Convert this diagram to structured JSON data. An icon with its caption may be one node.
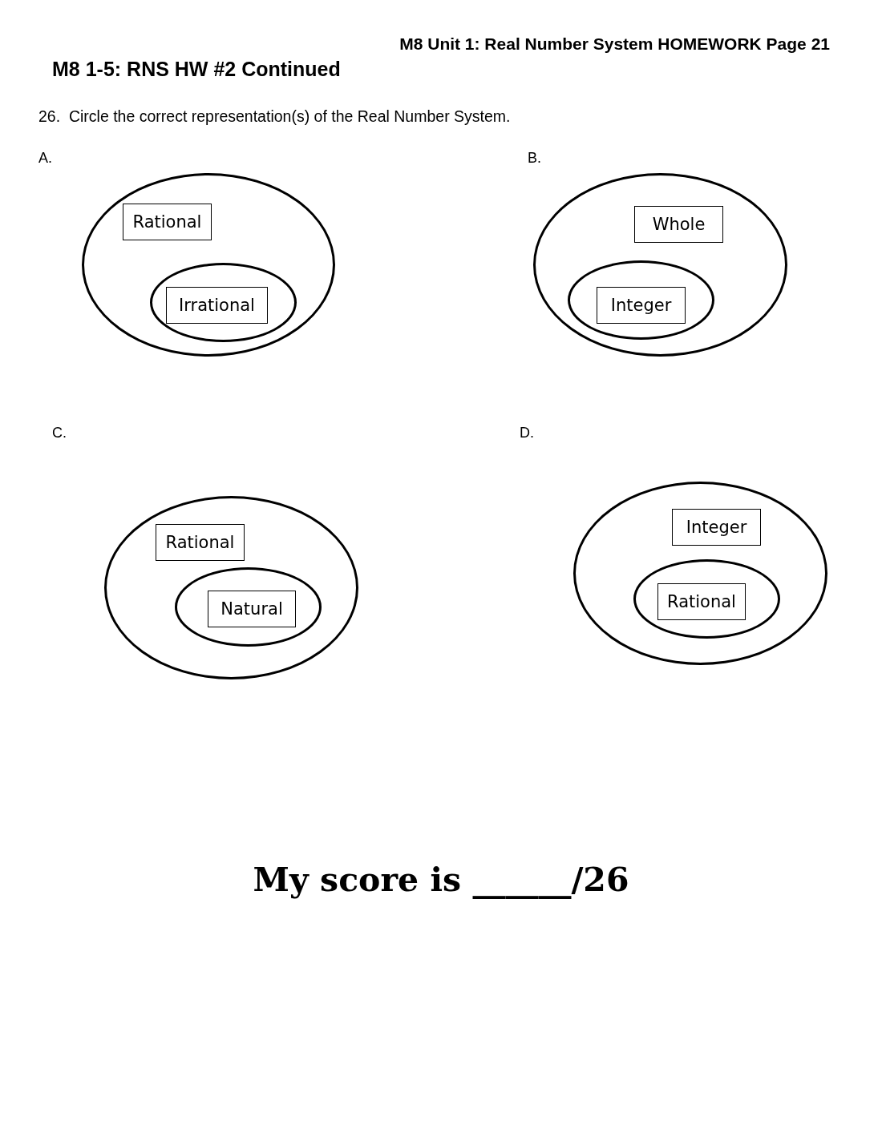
{
  "diagram": {
    "title": "M8 1-5: RNS HW #2 Continued",
    "nodes": [
      {
        "text": [],
        "shape": "ellipse"
      },
      {
        "text": [
          "Rational"
        ],
        "in": 0
      },
      {
        "text": [],
        "shape": "ellipse",
        "in": 0
      },
      {
        "text": [
          "Irrational"
        ],
        "in": 2
      },
      {
        "text": [],
        "shape": "ellipse"
      },
      {
        "text": [
          "Whole"
        ],
        "in": 4
      },
      {
        "text": [],
        "shape": "ellipse",
        "in": 4
      },
      {
        "text": [
          "Integer"
        ],
        "in": 6
      },
      {
        "text": [],
        "shape": "ellipse"
      },
      {
        "text": [
          "Rational"
        ],
        "in": 8
      },
      {
        "text": [],
        "shape": "ellipse",
        "in": 8
      },
      {
        "text": [
          "Natural"
        ],
        "in": 10
      },
      {
        "text": [],
        "shape": "ellipse"
      },
      {
        "text": [
          "Integer"
        ],
        "in": 12
      },
      {
        "text": [],
        "shape": "ellipse",
        "in": 12
      },
      {
        "text": [
          "Rational"
        ],
        "in": 14
      }
    ],
    "edges": [],
    "labels": [
      "M8 Unit 1: Real Number System HOMEWORK Page 21",
      "26.  Circle the correct representation(s) of the Real Number System.",
      "A.",
      "B.",
      "C.",
      "D.",
      "My score is ______/26"
    ]
  }
}
